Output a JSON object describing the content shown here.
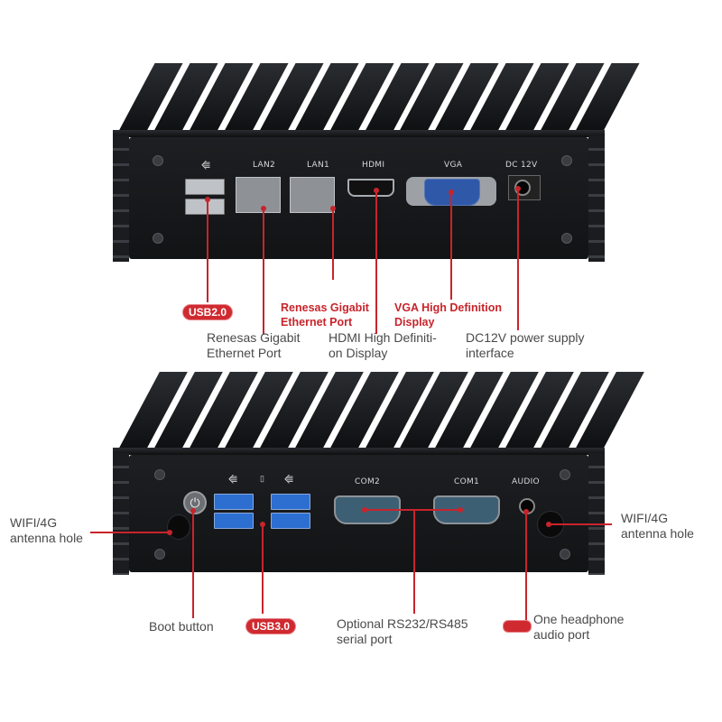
{
  "top_device": {
    "port_labels": {
      "lan2": "LAN2",
      "lan1": "LAN1",
      "hdmi": "HDMI",
      "vga": "VGA",
      "dc": "DC 12V"
    }
  },
  "bottom_device": {
    "port_labels": {
      "com2": "COM2",
      "com1": "COM1",
      "audio": "AUDIO"
    }
  },
  "callouts": {
    "usb2": "USB2.0",
    "renesas_red_line1": "Renesas Gigabit",
    "renesas_red_line2": "Ethernet Port",
    "vga_red_line1": "VGA High Definition",
    "vga_red_line2": "Display",
    "renesas_gray_line1": "Renesas Gigabit",
    "renesas_gray_line2": "Ethernet Port",
    "hdmi_line1": "HDMI High Definiti-",
    "hdmi_line2": "on Display",
    "dc_line1": "DC12V power supply",
    "dc_line2": "interface",
    "wifi_left_line1": "WIFI/4G",
    "wifi_left_line2": "antenna hole",
    "wifi_right_line1": "WIFI/4G",
    "wifi_right_line2": "antenna hole",
    "boot": "Boot button",
    "usb3": "USB3.0",
    "serial_line1": "Optional RS232/RS485",
    "serial_line2": "serial port",
    "audio_line1": "One headphone",
    "audio_line2": "audio port"
  },
  "colors": {
    "accent_red": "#c8242b",
    "chassis": "#16181b",
    "vga_blue": "#2f58a8",
    "usb3_blue": "#2c6fd1"
  }
}
